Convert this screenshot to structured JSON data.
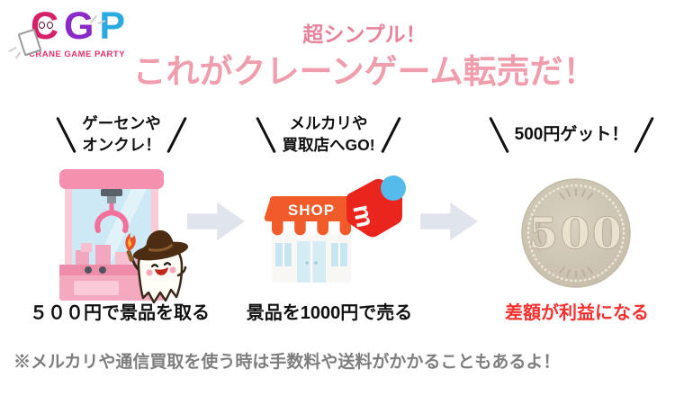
{
  "logo": {
    "letters": [
      {
        "char": "C",
        "color": "#D62069"
      },
      {
        "char": "G",
        "color": "#8A2BC9"
      },
      {
        "char": "P",
        "color": "#2BA9E1"
      }
    ],
    "subtitle": "CRANE GAME PARTY",
    "subtitle_color": "#E7316B"
  },
  "header": {
    "kicker": "超シンプル！",
    "kicker_color": "#E8839C",
    "title": "これがクレーンゲーム転売だ！",
    "title_color": "#F09DAE"
  },
  "steps": [
    {
      "label_lines": [
        "ゲーセンや",
        "オンクレ！"
      ],
      "caption": "５００円で景品を取る",
      "caption_color": "#111111",
      "illustration": "crane-machine-with-ghost-mascot"
    },
    {
      "label_lines": [
        "メルカリや",
        "買取店へGO!"
      ],
      "caption": "景品を1000円で売る",
      "caption_color": "#111111",
      "illustration": "shop-with-mercari-logo"
    },
    {
      "label_lines": [
        "500円ゲット！"
      ],
      "caption": "差額が利益になる",
      "caption_color": "#F5302E",
      "illustration": "500-yen-coin"
    }
  ],
  "illustrations": {
    "shop_sign": "SHOP",
    "mercari_letter": "m",
    "coin_value": "500"
  },
  "arrow_color": "#E0E4EC",
  "footnote": {
    "text": "※メルカリや通信買取を使う時は手数料や送料がかかることもあるよ！",
    "color": "#7E7E7E"
  }
}
